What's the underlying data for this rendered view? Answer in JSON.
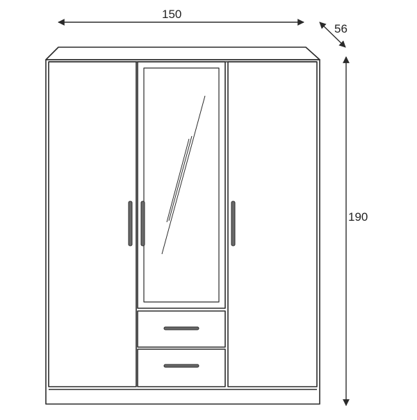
{
  "dimensions": {
    "width": "150",
    "depth": "56",
    "height": "190"
  },
  "colors": {
    "line": "#2a2a2a",
    "handle": "#555555",
    "background": "#ffffff"
  },
  "components": {
    "doors": [
      "left-door",
      "mirror-door",
      "right-door"
    ],
    "drawers": 2,
    "handles": 5
  }
}
